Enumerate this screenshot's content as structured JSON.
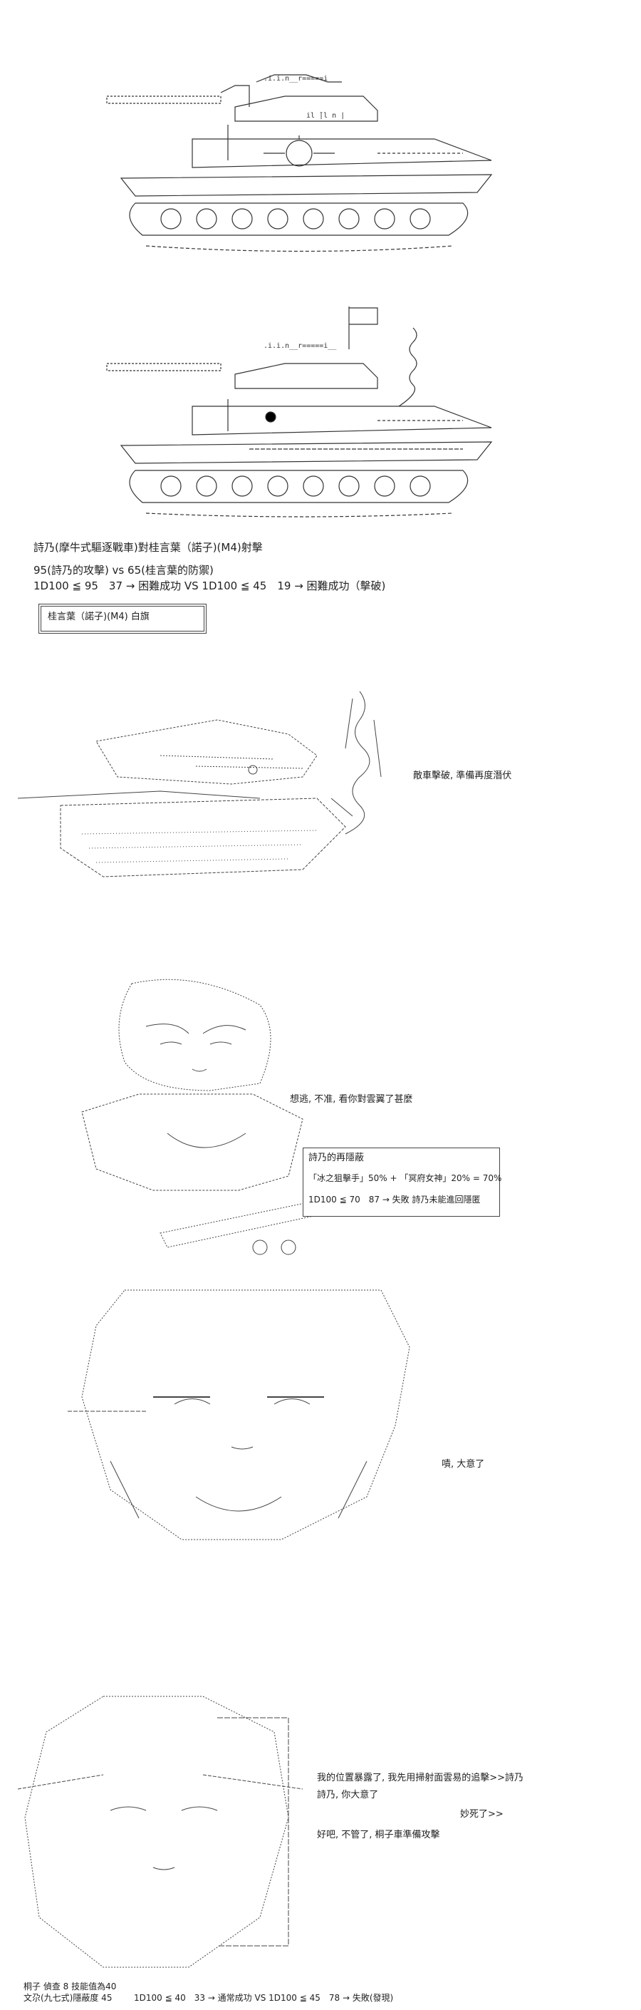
{
  "p1": {
    "tank_art": "tank-ascii-art"
  },
  "p2": {
    "tank_art": "tank-firing-ascii-art",
    "title": "詩乃(摩牛式驅逐戰車)對桂言葉（諾子)(M4)射擊",
    "line1": "95(詩乃的攻擊) vs 65(桂言葉的防禦)",
    "line2": "1D100 ≦ 95　37 → 困難成功 VS 1D100 ≦ 45　19 → 困難成功（擊破)",
    "box": "桂言葉（諾子)(M4) 白旗"
  },
  "p3": {
    "art": "burning-tank-ascii-art",
    "caption": "敵車擊破, 準備再度潛伏"
  },
  "p4": {
    "art": "character-ascii-art",
    "speech": "想逃, 不准, 看你對雲翼了甚麼",
    "box_title": "詩乃的再隱蔽",
    "box_line1": "「冰之狙擊手」50% + 「冥府女神」20% = 70%",
    "box_line2": "1D100 ≦ 70　87 → 失敗 詩乃未能進回隱匿"
  },
  "p5": {
    "art": "character-closeup-ascii-art",
    "speech": "嘖, 大意了"
  },
  "p6": {
    "art": "character-portrait-ascii-art",
    "speech1a": "我的位置暴露了, 我先用掃射面雲易的追擊>>詩乃",
    "speech1b": "詩乃, 你大意了",
    "speech2": "妙死了>>",
    "speech3": "好吧, 不管了, 桐子車準備攻擊",
    "foot1": "桐子 偵查 8 技能值為40",
    "foot2": "文尕(九七式)隱蔽度 45",
    "foot3": "1D100 ≦ 40　33 → 通常成功 VS 1D100 ≦ 45　78 → 失敗(發現)"
  }
}
